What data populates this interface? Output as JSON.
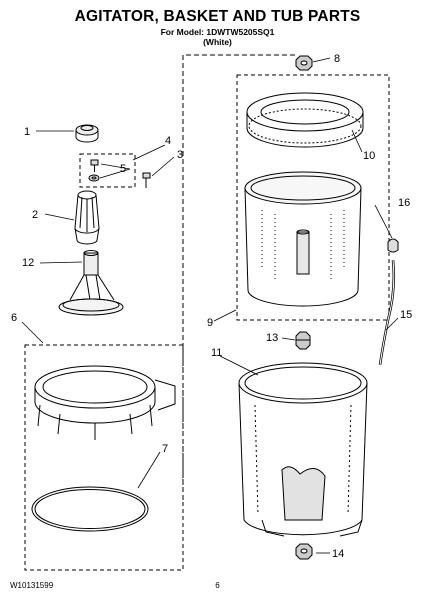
{
  "header": {
    "title": "AGITATOR, BASKET AND TUB PARTS",
    "model_line": "For Model: 1DWTW5205SQ1",
    "color_line": "(White)"
  },
  "callouts": [
    "1",
    "2",
    "3",
    "4",
    "5",
    "6",
    "7",
    "8",
    "9",
    "10",
    "11",
    "12",
    "13",
    "14",
    "15",
    "16"
  ],
  "footer": {
    "doc_number": "W10131599",
    "page_number": "6"
  }
}
